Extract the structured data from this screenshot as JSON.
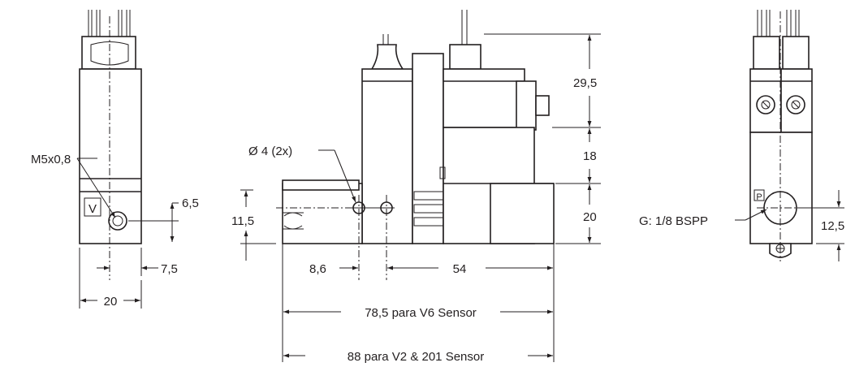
{
  "labels": {
    "m5_port": "M5x0,8",
    "dim_6_5": "6,5",
    "dim_7_5": "7,5",
    "dim_20_width": "20",
    "hole": "Ø 4 (2x)",
    "dim_29_5": "29,5",
    "dim_18": "18",
    "dim_20_height": "20",
    "dim_11_5": "11,5",
    "dim_8_6": "8,6",
    "dim_54": "54",
    "dim_78_5": "78,5 para V6 Sensor",
    "dim_88": "88 para V2 & 201 Sensor",
    "bspp_port": "G: 1/8 BSPP",
    "dim_12_5": "12,5"
  },
  "marks": {
    "v_logo": "V",
    "p_logo": "P"
  }
}
